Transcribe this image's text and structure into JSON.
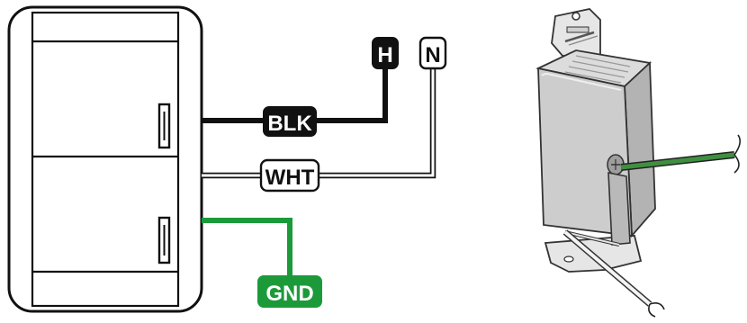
{
  "labels": {
    "hot": "H",
    "neutral": "N",
    "black_wire": "BLK",
    "white_wire": "WHT",
    "ground_wire": "GND"
  },
  "colors": {
    "black_wire": "#111111",
    "white_wire": "#ffffff",
    "ground_wire": "#1c9a3a",
    "device_body": "#bdbdbd",
    "outline": "#111111"
  },
  "icons": {
    "left_device": "dual-switch-schematic-icon",
    "right_device": "device-back-illustration-icon"
  }
}
